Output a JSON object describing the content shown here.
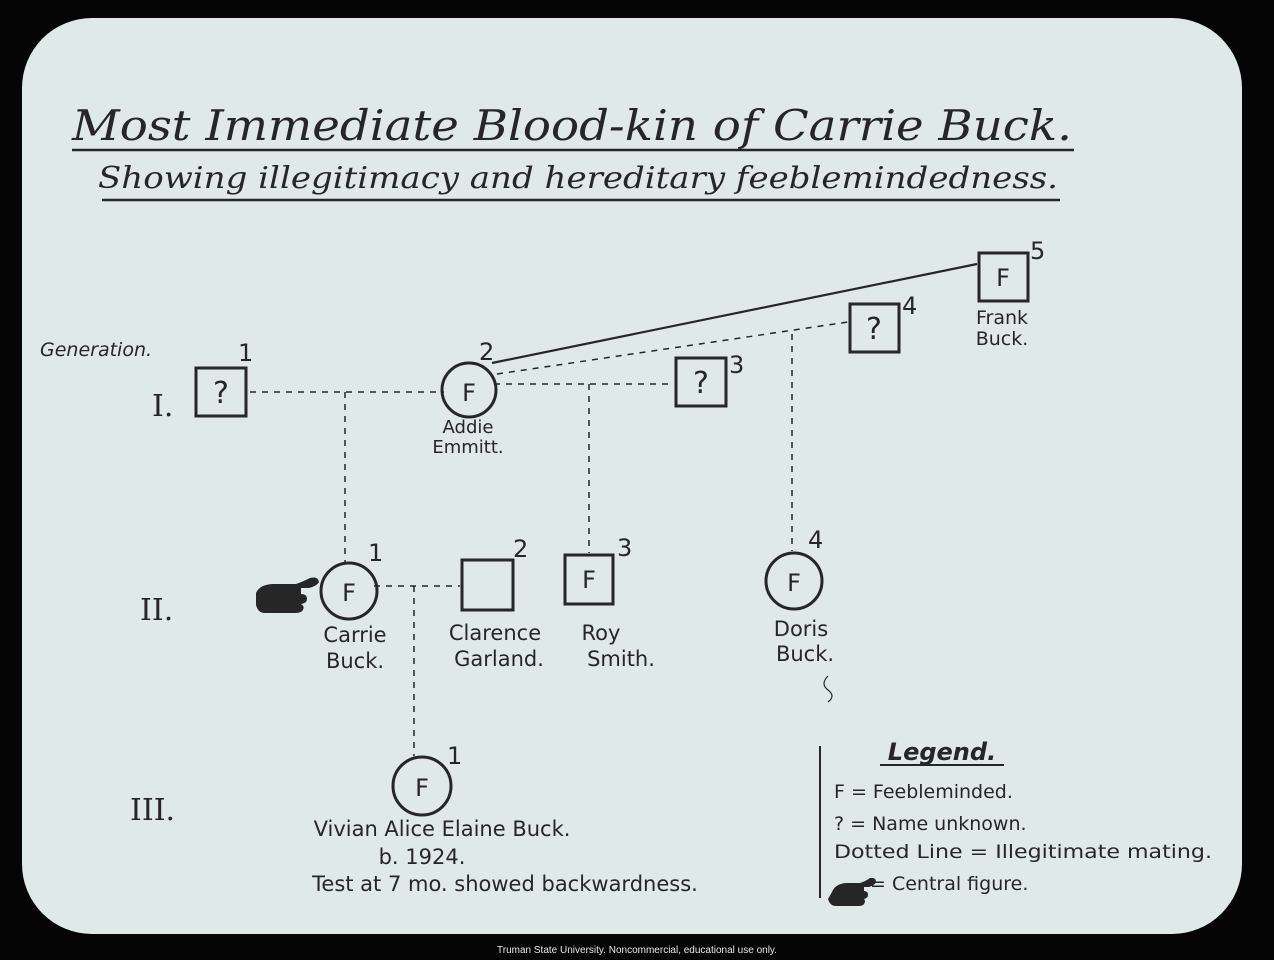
{
  "title": "Most Immediate Blood-kin of Carrie Buck.",
  "subtitle": "Showing illegitimacy and hereditary feeblemindedness.",
  "generation_label": "Generation.",
  "generations": [
    {
      "id": "gen-1",
      "label": "I."
    },
    {
      "id": "gen-2",
      "label": "II."
    },
    {
      "id": "gen-3",
      "label": "III."
    }
  ],
  "people": [
    {
      "id": "g1-1",
      "shape": "square",
      "symbol": "?",
      "number": "1",
      "name": []
    },
    {
      "id": "g1-2",
      "shape": "circle",
      "symbol": "F",
      "number": "2",
      "name": [
        "Addie",
        "Emmitt."
      ]
    },
    {
      "id": "g1-3",
      "shape": "square",
      "symbol": "?",
      "number": "3",
      "name": []
    },
    {
      "id": "g1-4",
      "shape": "square",
      "symbol": "?",
      "number": "4",
      "name": []
    },
    {
      "id": "g1-5",
      "shape": "square",
      "symbol": "F",
      "number": "5",
      "name": [
        "Frank",
        "Buck."
      ]
    },
    {
      "id": "g2-1",
      "shape": "circle",
      "symbol": "F",
      "number": "1",
      "name": [
        "Carrie",
        "Buck."
      ]
    },
    {
      "id": "g2-2",
      "shape": "square",
      "symbol": "",
      "number": "2",
      "name": [
        "Clarence",
        "Garland."
      ]
    },
    {
      "id": "g2-3",
      "shape": "square",
      "symbol": "F",
      "number": "3",
      "name": [
        "Roy",
        "Smith."
      ]
    },
    {
      "id": "g2-4",
      "shape": "circle",
      "symbol": "F",
      "number": "4",
      "name": [
        "Doris",
        "Buck."
      ]
    },
    {
      "id": "g3-1",
      "shape": "circle",
      "symbol": "F",
      "number": "1",
      "name": [
        "Vivian Alice Elaine Buck.",
        "b. 1924.",
        "Test at 7 mo. showed backwardness."
      ]
    }
  ],
  "links": [
    {
      "id": "g1-1--g1-2",
      "style": "dotted"
    },
    {
      "id": "g1-2--g1-3",
      "style": "dotted"
    },
    {
      "id": "g1-2--g1-4",
      "style": "dotted"
    },
    {
      "id": "g1-2--g1-5",
      "style": "solid"
    },
    {
      "id": "g2-1--g2-2",
      "style": "dotted"
    }
  ],
  "legend": {
    "title": "Legend.",
    "items": [
      "F = Feebleminded.",
      "? = Name unknown.",
      "Dotted Line = Illegitimate mating.",
      "= Central figure."
    ]
  },
  "credit": "Truman State University.  Noncommercial, educational use only.",
  "colors": {
    "background": "#dfe9e8",
    "ink": "#262626",
    "frame": "#050505"
  },
  "icons": {
    "central_figure": "pointing-hand-icon"
  }
}
